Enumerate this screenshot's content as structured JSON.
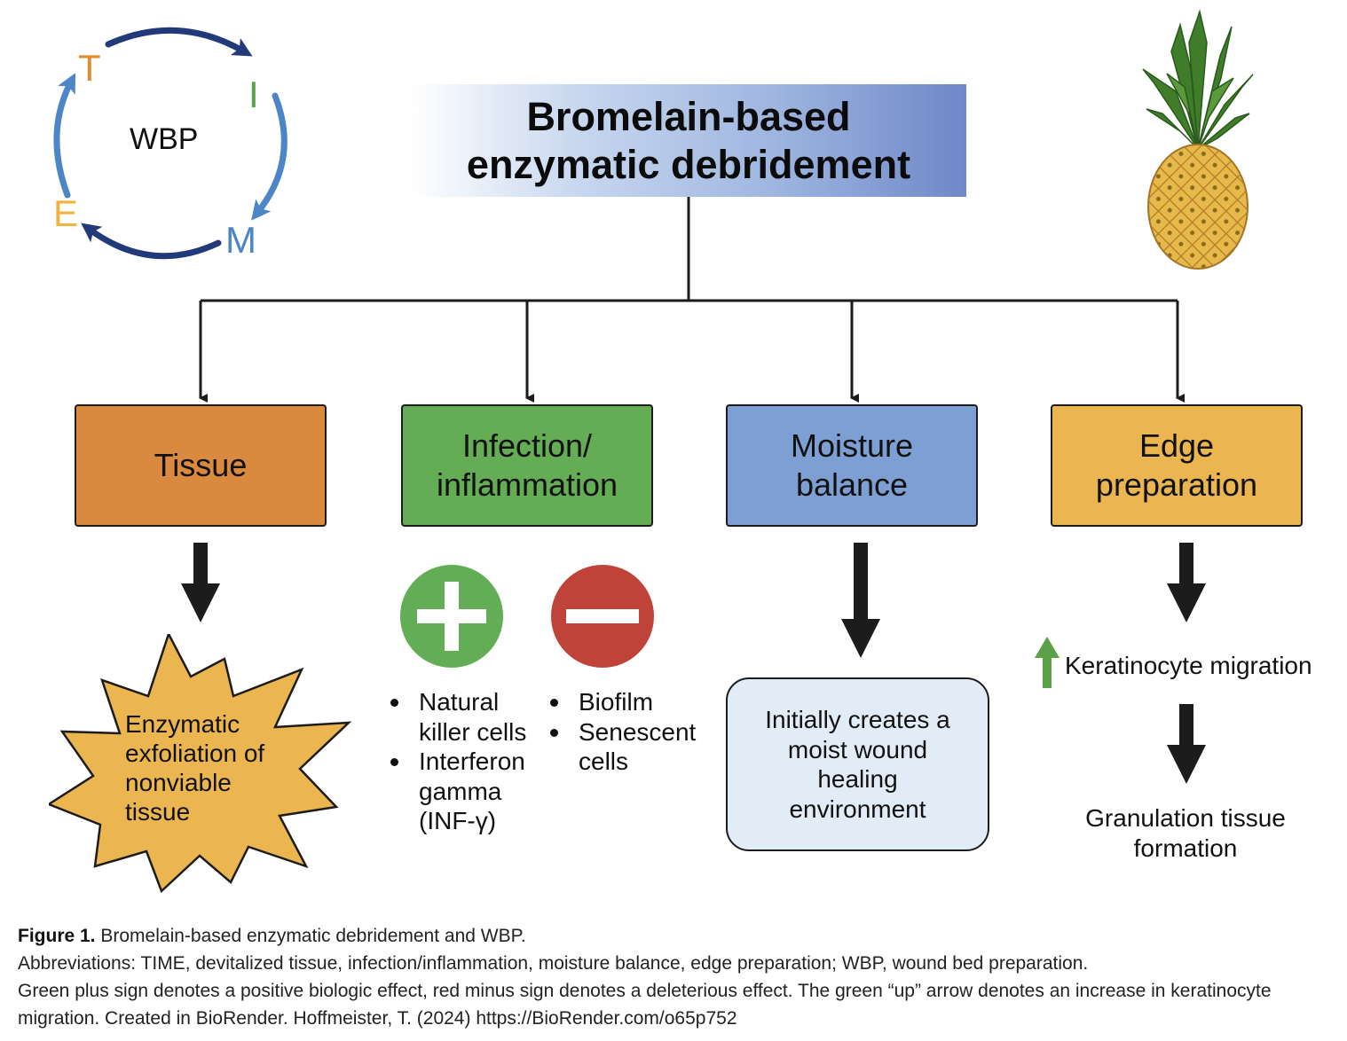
{
  "title": "Bromelain-based enzymatic debridement",
  "cycle": {
    "center": "WBP",
    "letters": [
      {
        "text": "T",
        "color": "#e28a2c"
      },
      {
        "text": "I",
        "color": "#5aa046"
      },
      {
        "text": "M",
        "color": "#4c86c8"
      },
      {
        "text": "E",
        "color": "#f0b340"
      }
    ],
    "arrow_colors": {
      "dark": "#233a7a",
      "light": "#4c86c8"
    }
  },
  "categories": [
    {
      "label": "Tissue",
      "color": "#d98a3e"
    },
    {
      "label": "Infection/ inflammation",
      "color": "#64ad55"
    },
    {
      "label": "Moisture balance",
      "color": "#7d9fd3"
    },
    {
      "label": "Edge preparation",
      "color": "#ebb54f"
    }
  ],
  "tissue_outcome": "Enzymatic exfoliation of nonviable tissue",
  "positive_sign": {
    "symbol": "+",
    "color": "#62ad55"
  },
  "negative_sign": {
    "symbol": "−",
    "color": "#c0433a"
  },
  "positive_effects": [
    "Natural killer cells",
    "Interferon gamma (INF-γ)"
  ],
  "negative_effects": [
    "Biofilm",
    "Senescent cells"
  ],
  "moisture_outcome": "Initially creates a moist wound healing environment",
  "edge_outcomes": {
    "increase": "Keratinocyte migration",
    "increase_arrow_color": "#5aa046",
    "result": "Granulation tissue formation"
  },
  "caption": {
    "figure_label": "Figure 1.",
    "figure_title": "Bromelain-based enzymatic debridement and WBP.",
    "abbreviations": "Abbreviations: TIME, devitalized tissue, infection/inflammation, moisture balance, edge preparation; WBP, wound bed preparation.",
    "note": "Green plus sign denotes a positive biologic effect, red minus sign denotes a deleterious effect. The green “up” arrow denotes an increase in keratinocyte migration. Created in BioRender. Hoffmeister, T. (2024) https://BioRender.com/o65p752"
  }
}
